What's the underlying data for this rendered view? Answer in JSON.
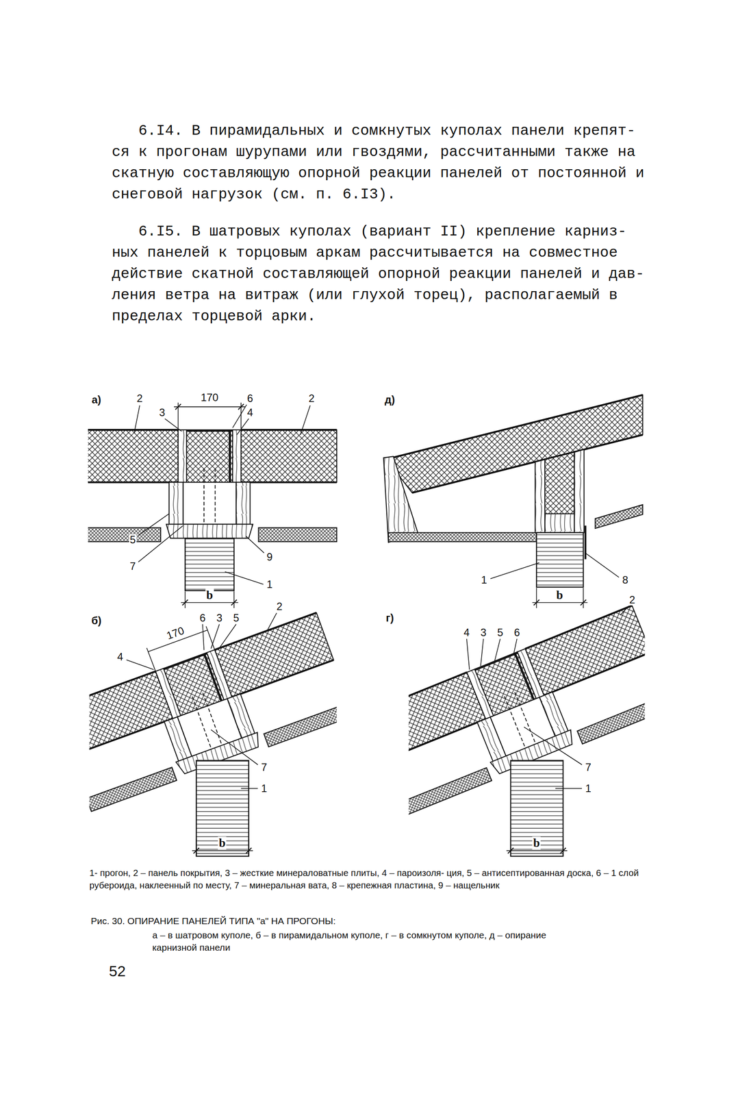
{
  "diagram": {
    "title": "Рис. 30. ОПИРАНИЕ ПАНЕЛЕЙ ТИПА \"а\" НА ПРОГОНЫ:",
    "caption": "а – в шатровом куполе, б – в пирамидальном куполе, г – в сомкнутом куполе, д – опирание карнизной панели",
    "labels": [
      "6.I4. В пирамидальных и сомкнутых куполах панели крепят- ся к прогонам шурупами или гвоздями, рассчитанными также на скатную составляющую опорной реакции панелей от постоянной и снеговой нагрузок (см. п. 6.I3).",
      "6.I5. В шатровых куполах (вариант II) крепление карниз- ных панелей к торцовым аркам рассчитывается на совместное действие скатной составляющей опорной реакции панелей и дав- ления ветра на витраж (или глухой торец), располагаемый в пределах торцевой арки.",
      "а)",
      "2",
      "170",
      "6",
      "2",
      "3",
      "4",
      "5",
      "9",
      "7",
      "1",
      "b",
      "д)",
      "1",
      "8",
      "b",
      "б)",
      "170",
      "6",
      "3",
      "5",
      "2",
      "4",
      "7",
      "1",
      "b",
      "г)",
      "4",
      "3",
      "5",
      "6",
      "2",
      "7",
      "1",
      "b",
      "1- прогон, 2 – панель покрытия, 3 – жесткие минераловатные плиты, 4 – пароизоля- ция, 5 – антисептированная доска, 6 – 1 слой рубероида, наклеенный по месту, 7 – минеральная вата, 8 – крепежная пластина, 9 – нащельник",
      "52"
    ]
  }
}
